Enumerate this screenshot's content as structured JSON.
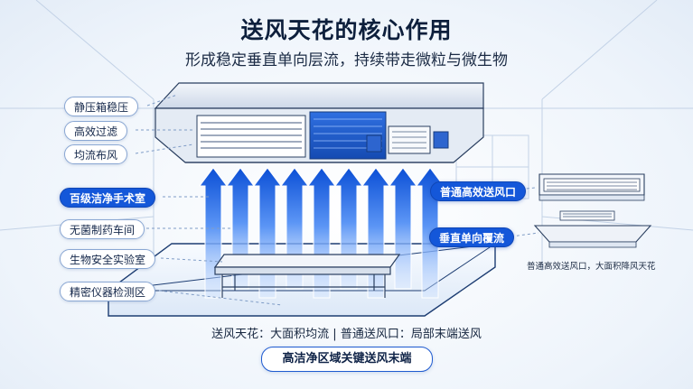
{
  "header": {
    "title": "送风天花的核心作用",
    "subtitle": "形成稳定垂直单向层流，持续带走微粒与微生物"
  },
  "left_labels": [
    {
      "text": "静压箱稳压",
      "style": "light"
    },
    {
      "text": "高效过滤",
      "style": "light"
    },
    {
      "text": "均流布风",
      "style": "light"
    },
    {
      "text": "百级洁净手术室",
      "style": "dark"
    },
    {
      "text": "无菌制药车间",
      "style": "light"
    },
    {
      "text": "生物安全实验室",
      "style": "light"
    },
    {
      "text": "精密仪器检测区",
      "style": "light"
    }
  ],
  "right_labels": {
    "outlet": "普通高效送风口",
    "flow": "垂直单向覆流",
    "caption": "普通高效送风口，大面积降风天花"
  },
  "bottom": {
    "note": "送风天花：大面积均流 | 普通送风口：局部末端送风",
    "key_label": "高洁净区域关键送风末端"
  },
  "colors": {
    "accent": "#1457d9",
    "arrow_light": "#bcd6ff",
    "arrow_dark": "#0b4fd6",
    "line": "#7f9cc6"
  },
  "icons": [
    "up-arrow-icon",
    "ceiling-diffuser-icon",
    "filter-box-icon",
    "workbench-icon"
  ]
}
